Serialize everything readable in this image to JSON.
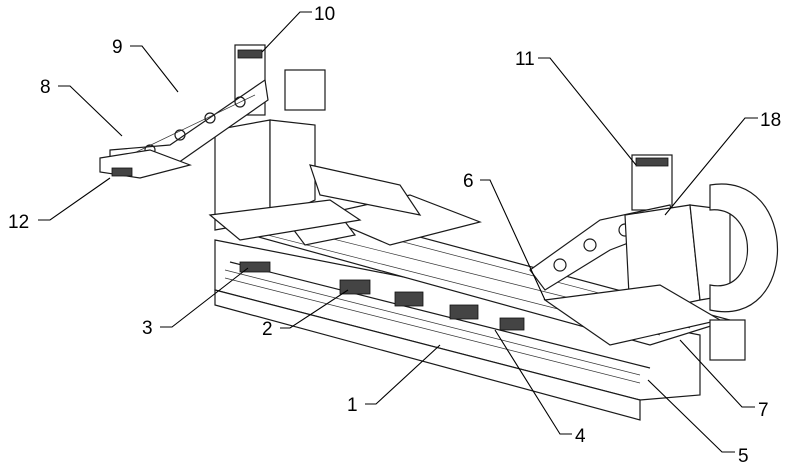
{
  "title": "Patent drawing of the transfer machine with reference numerals",
  "labels": [
    {
      "id": "1",
      "text": "1"
    },
    {
      "id": "2",
      "text": "2"
    },
    {
      "id": "3",
      "text": "3"
    },
    {
      "id": "4",
      "text": "4"
    },
    {
      "id": "5",
      "text": "5"
    },
    {
      "id": "6",
      "text": "6"
    },
    {
      "id": "7",
      "text": "7"
    },
    {
      "id": "8",
      "text": "8"
    },
    {
      "id": "9",
      "text": "9"
    },
    {
      "id": "10",
      "text": "10"
    },
    {
      "id": "11",
      "text": "11"
    },
    {
      "id": "12",
      "text": "12"
    },
    {
      "id": "18",
      "text": "18"
    }
  ]
}
